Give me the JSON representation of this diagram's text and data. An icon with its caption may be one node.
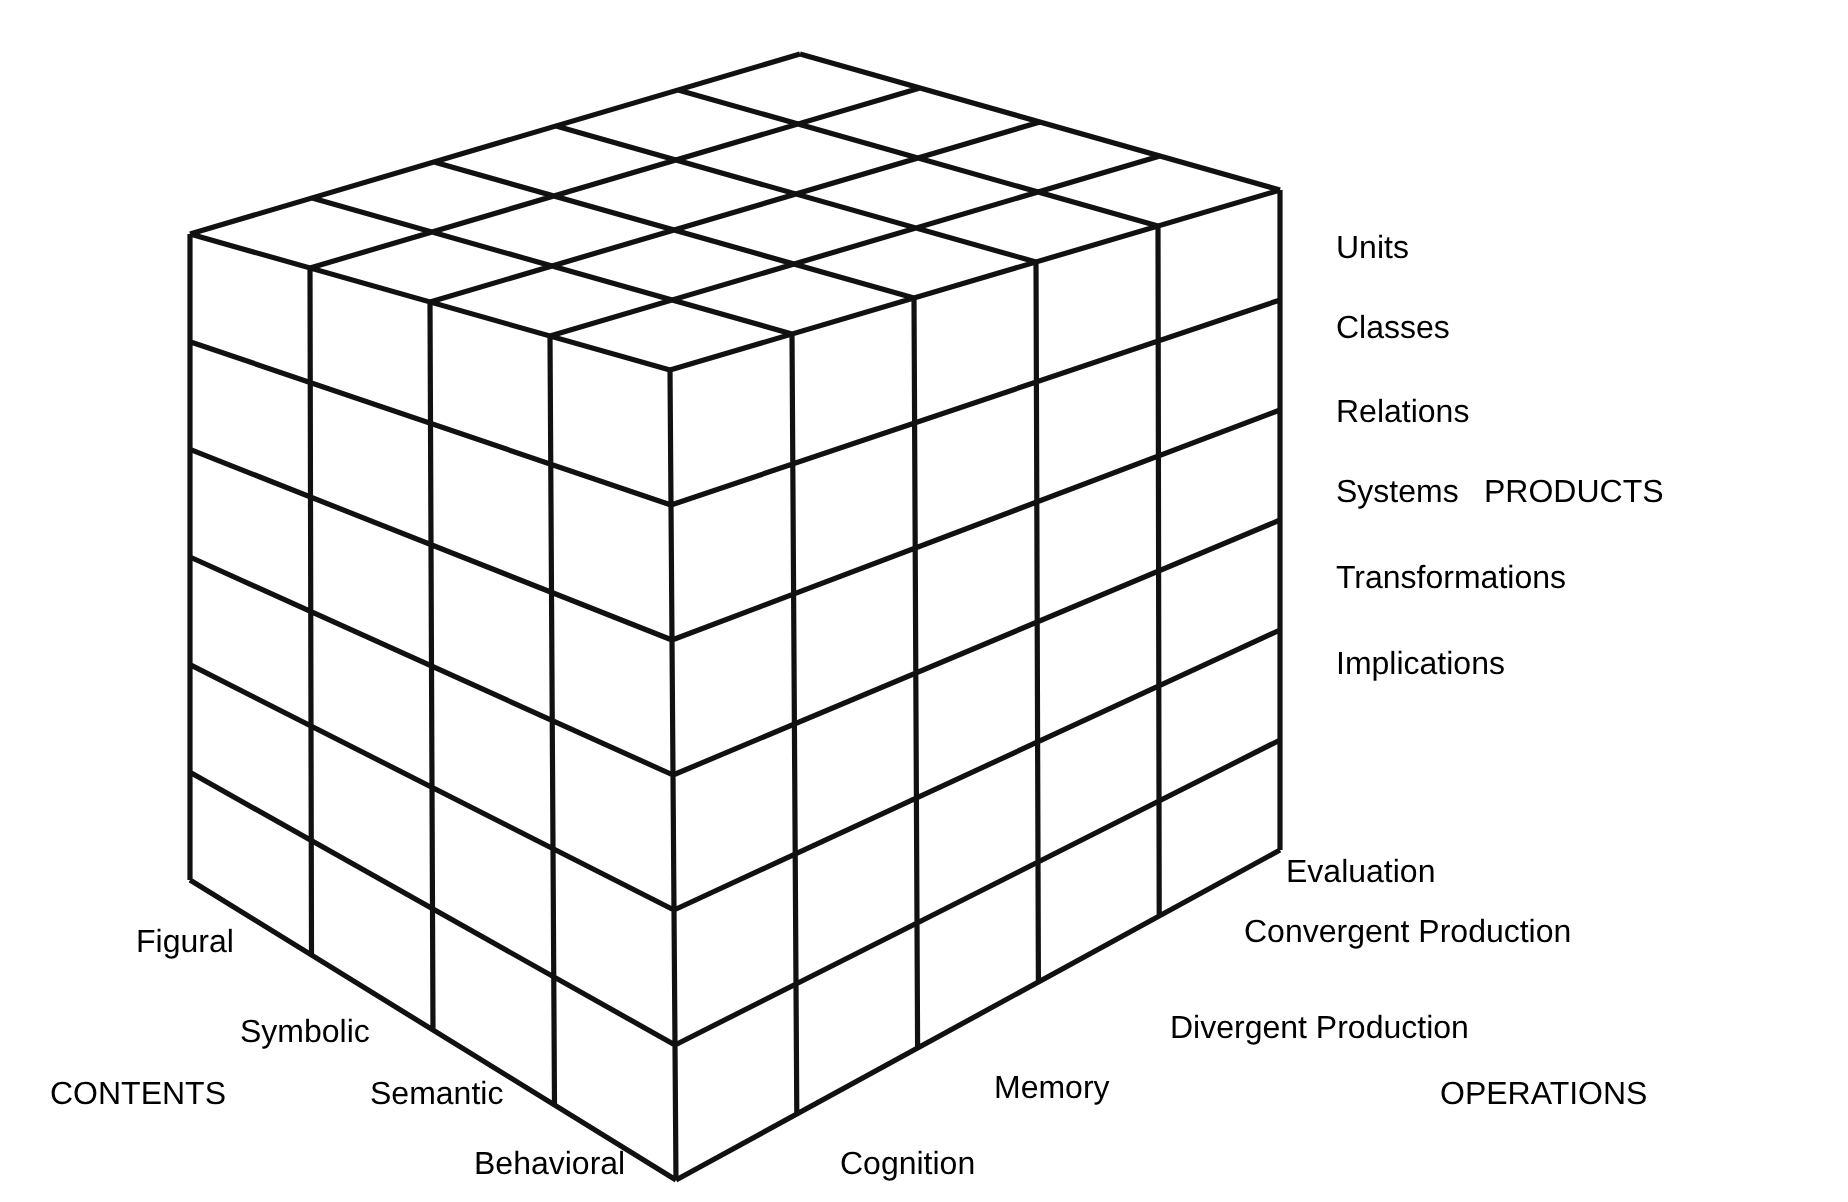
{
  "diagram": {
    "labels": [
      "Units",
      "Classes",
      "Relations",
      "Systems",
      "PRODUCTS",
      "Transformations",
      "Implications",
      "Evaluation",
      "Figural",
      "Convergent Production",
      "Symbolic",
      "Divergent Production",
      "CONTENTS",
      "Semantic",
      "Memory",
      "OPERATIONS",
      "Behavioral",
      "Cognition"
    ]
  }
}
